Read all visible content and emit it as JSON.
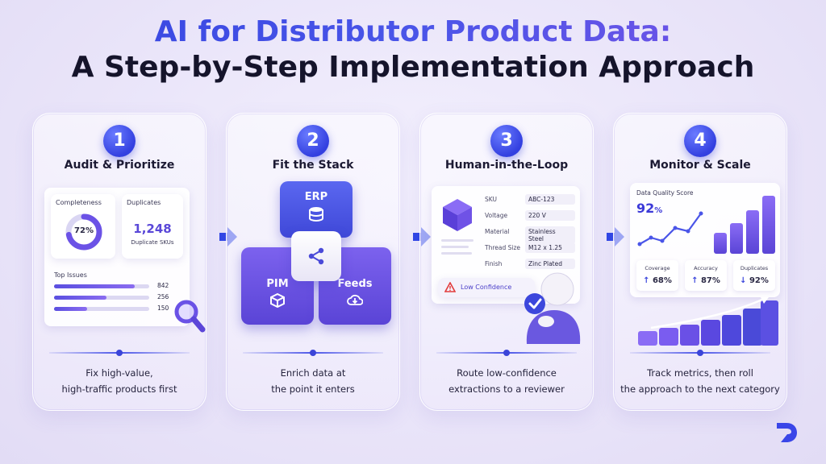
{
  "title": {
    "line1": "AI for Distributor Product Data:",
    "line2": "A Step-by-Step Implementation Approach"
  },
  "steps": [
    {
      "number": "1",
      "title": "Audit & Prioritize",
      "desc_line1": "Fix high-value,",
      "desc_line2": "high-traffic products first",
      "completeness_label": "Completeness",
      "completeness_value": "72%",
      "completeness_fraction": 0.72,
      "duplicates_label": "Duplicates",
      "duplicates_value": "1,248",
      "duplicates_sub": "Duplicate SKUs",
      "top_issues_label": "Top Issues",
      "issues": [
        {
          "value": "842",
          "fraction": 0.85
        },
        {
          "value": "256",
          "fraction": 0.55
        },
        {
          "value": "150",
          "fraction": 0.35
        }
      ]
    },
    {
      "number": "2",
      "title": "Fit the Stack",
      "desc_line1": "Enrich data at",
      "desc_line2": "the point it enters",
      "erp_label": "ERP",
      "pim_label": "PIM",
      "feeds_label": "Feeds"
    },
    {
      "number": "3",
      "title": "Human-in-the-Loop",
      "desc_line1": "Route low-confidence",
      "desc_line2": "extractions to a reviewer",
      "attributes": [
        {
          "label": "SKU",
          "value": "ABC-123"
        },
        {
          "label": "Voltage",
          "value": "220 V"
        },
        {
          "label": "Material",
          "value": "Stainless Steel"
        },
        {
          "label": "Thread Size",
          "value": "M12 x 1.25"
        },
        {
          "label": "Finish",
          "value": "Zinc Plated"
        }
      ],
      "alert_label": "Low Confidence"
    },
    {
      "number": "4",
      "title": "Monitor & Scale",
      "desc_line1": "Track metrics, then roll",
      "desc_line2": "the approach to the next category",
      "score_label": "Data Quality Score",
      "score_value": "92",
      "score_unit": "%",
      "stats": [
        {
          "label": "Coverage",
          "arrow": "↑",
          "value": "68%"
        },
        {
          "label": "Accuracy",
          "arrow": "↑",
          "value": "87%"
        },
        {
          "label": "Duplicates",
          "arrow": "↓",
          "value": "92%"
        }
      ]
    }
  ],
  "colors": {
    "primary": "#3b45d8",
    "accent": "#7a52e6",
    "tile": "#5b4fe0",
    "warning": "#e23c3c"
  }
}
